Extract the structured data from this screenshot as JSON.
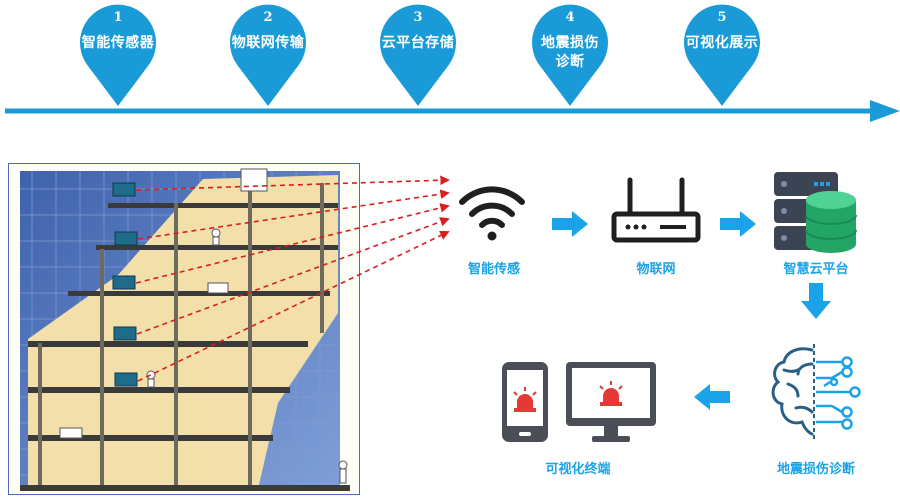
{
  "timeline": {
    "steps": [
      {
        "num": "1",
        "label": "智能传感器"
      },
      {
        "num": "2",
        "label": "物联网传输"
      },
      {
        "num": "3",
        "label": "云平台存储"
      },
      {
        "num": "4",
        "label": "地震损伤诊断"
      },
      {
        "num": "5",
        "label": "可视化展示"
      }
    ]
  },
  "flow": {
    "sensing": "智能传感",
    "iot": "物联网",
    "cloud": "智慧云平台",
    "diagnosis": "地震损伤诊断",
    "display": "可视化终端"
  },
  "colors": {
    "accent": "#1aa3e8",
    "pin": "#1a9bd8",
    "dark_icon": "#1f1f1f",
    "db_green": "#2bb673",
    "sky": "#4a6fb8",
    "interior": "#f3dfaa",
    "alarm_red": "#e53935"
  }
}
